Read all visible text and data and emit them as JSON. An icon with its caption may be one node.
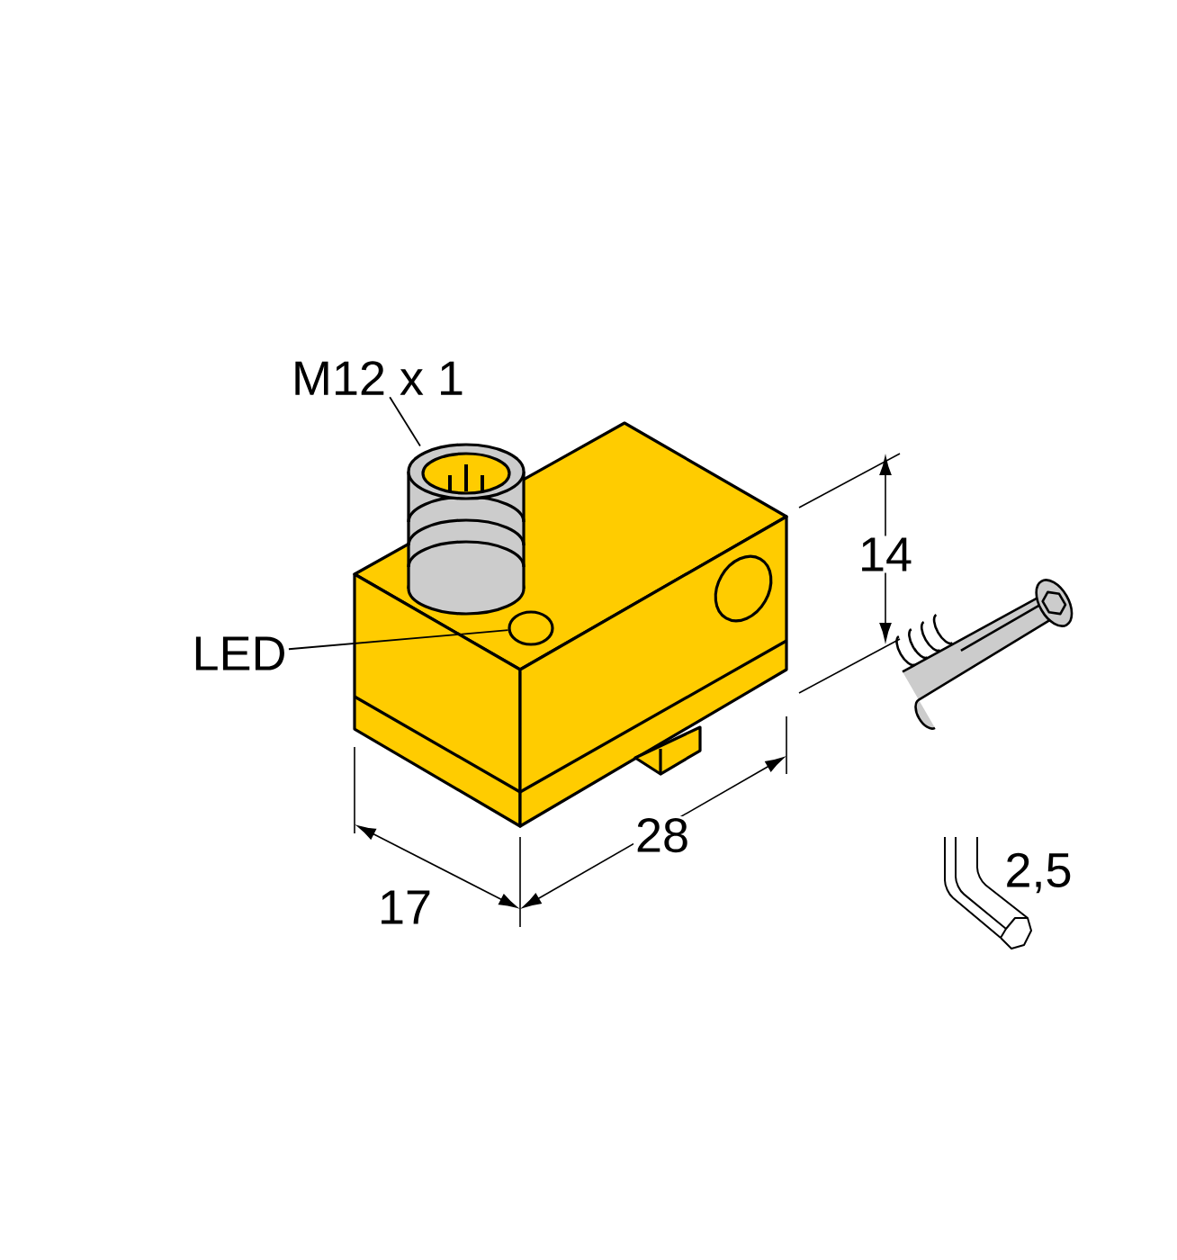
{
  "diagram": {
    "nodes": [
      {
        "text": [
          "M12 x 1"
        ]
      },
      {
        "text": [],
        "shape": "cylinder"
      },
      {
        "text": [
          "LED"
        ]
      },
      {
        "text": [],
        "shape": "circle"
      }
    ],
    "edges": [
      {
        "from": 0,
        "to": 1,
        "arrow": "none"
      },
      {
        "from": 2,
        "to": 3,
        "arrow": "none"
      }
    ],
    "labels": [
      "14",
      "28",
      "17",
      "2,5"
    ]
  }
}
